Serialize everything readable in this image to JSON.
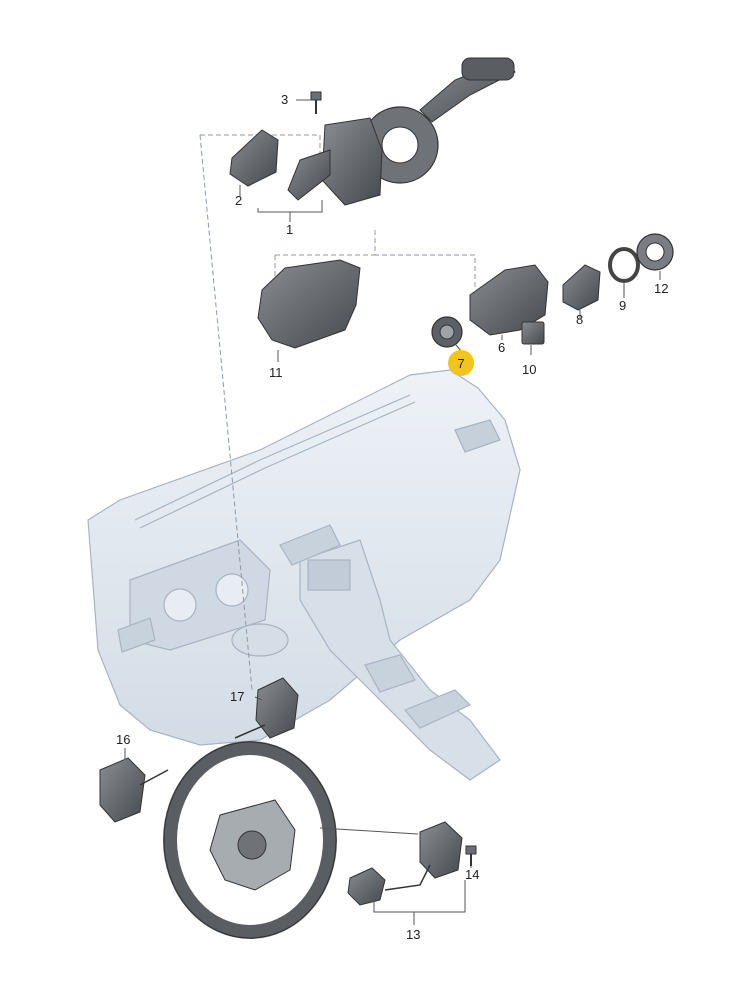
{
  "diagram": {
    "colors": {
      "highlight": "#f2c41e",
      "part_fill": "#6b6f74",
      "part_dark": "#3f4348",
      "part_light": "#9ea3a8",
      "dashboard_fill": "#dfe6ee",
      "dashboard_line": "#a8b4c2",
      "leader_line": "#555555"
    },
    "callouts": [
      {
        "id": "p1",
        "label": "1"
      },
      {
        "id": "p2",
        "label": "2"
      },
      {
        "id": "p3",
        "label": "3"
      },
      {
        "id": "p6",
        "label": "6"
      },
      {
        "id": "p7",
        "label": "7",
        "highlighted": true
      },
      {
        "id": "p8",
        "label": "8"
      },
      {
        "id": "p9",
        "label": "9"
      },
      {
        "id": "p10",
        "label": "10"
      },
      {
        "id": "p11",
        "label": "11"
      },
      {
        "id": "p12",
        "label": "12"
      },
      {
        "id": "p13",
        "label": "13"
      },
      {
        "id": "p14",
        "label": "14"
      },
      {
        "id": "p16",
        "label": "16"
      },
      {
        "id": "p17",
        "label": "17"
      }
    ]
  }
}
